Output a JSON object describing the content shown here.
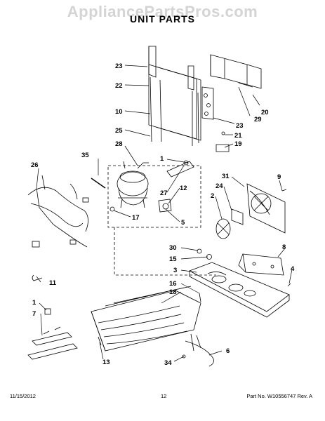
{
  "watermark": "AppliancePartsPros.com",
  "title": "UNIT PARTS",
  "callouts": {
    "c1a": "1",
    "c1b": "1",
    "c2": "2",
    "c3": "3",
    "c4": "4",
    "c5": "5",
    "c6": "6",
    "c7": "7",
    "c8": "8",
    "c9": "9",
    "c10": "10",
    "c11": "11",
    "c12": "12",
    "c13": "13",
    "c15": "15",
    "c16": "16",
    "c17": "17",
    "c18": "18",
    "c19": "19",
    "c20": "20",
    "c21": "21",
    "c22": "22",
    "c23a": "23",
    "c23b": "23",
    "c24": "24",
    "c25": "25",
    "c26": "26",
    "c27": "27",
    "c28": "28",
    "c29": "29",
    "c30": "30",
    "c31": "31",
    "c34": "34",
    "c35": "35"
  },
  "footer": {
    "date": "11/15/2012",
    "page": "12",
    "part_no": "Part No. W10556747  Rev. A"
  }
}
